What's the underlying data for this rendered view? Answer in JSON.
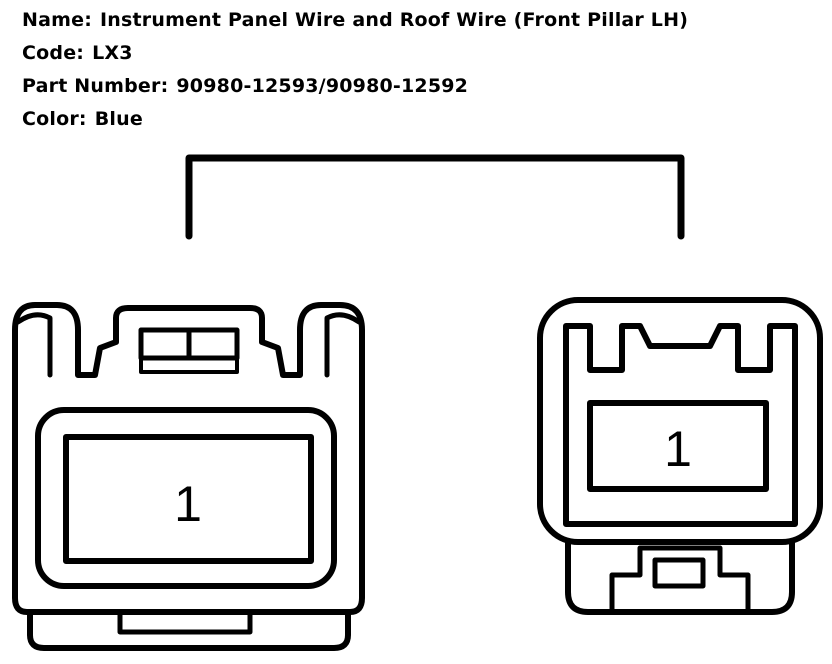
{
  "info": {
    "name_label": "Name:",
    "name_value": "Instrument Panel Wire and Roof Wire (Front Pillar LH)",
    "code_label": "Code:",
    "code_value": "LX3",
    "part_label": "Part Number:",
    "part_value": "90980-12593/90980-12592",
    "color_label": "Color:",
    "color_value": "Blue"
  },
  "connectors": {
    "left": {
      "pin": "1"
    },
    "right": {
      "pin": "1"
    }
  },
  "colors": {
    "stroke": "#000000",
    "background": "#ffffff"
  }
}
